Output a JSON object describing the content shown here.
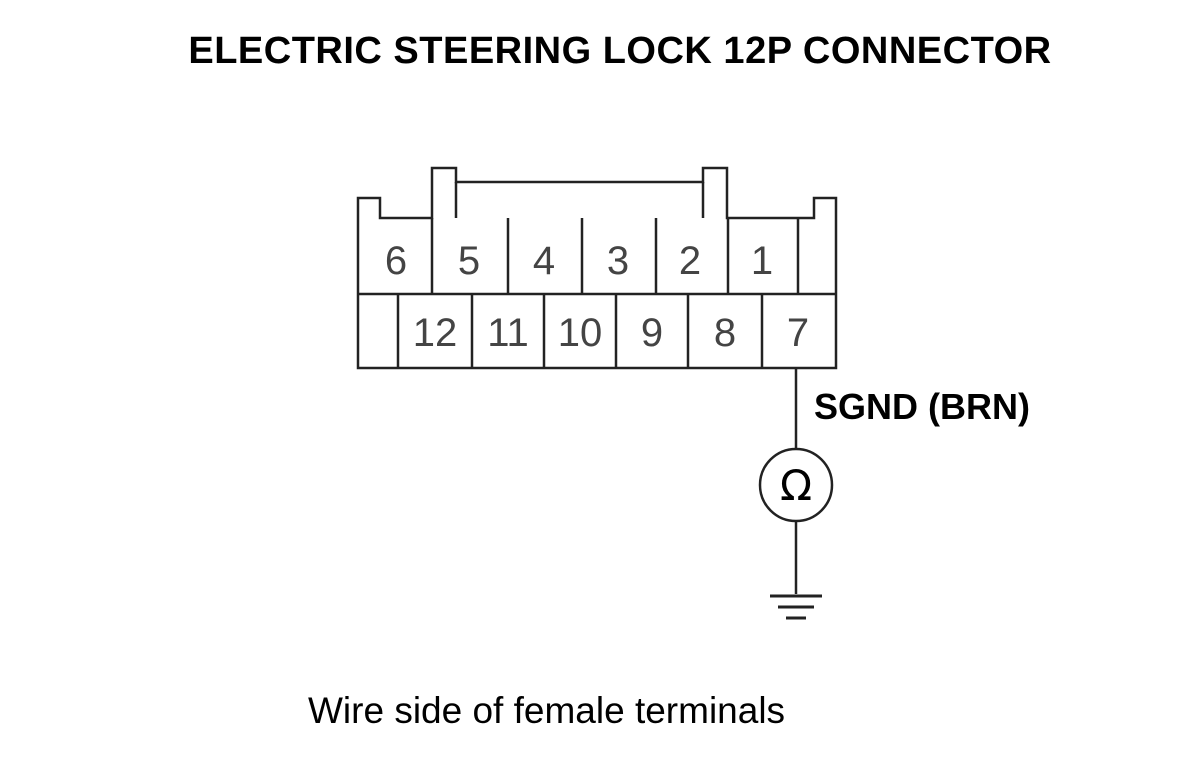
{
  "title": "ELECTRIC STEERING LOCK 12P CONNECTOR",
  "connector": {
    "top_row": [
      "6",
      "5",
      "4",
      "3",
      "2",
      "1"
    ],
    "bottom_row": [
      "12",
      "11",
      "10",
      "9",
      "8",
      "7"
    ]
  },
  "wire": {
    "label": "SGND (BRN)",
    "terminal": "7"
  },
  "meter_symbol": "Ω",
  "caption": "Wire side of female terminals",
  "icons": {
    "meter": "ohmmeter-icon",
    "ground": "ground-icon"
  }
}
